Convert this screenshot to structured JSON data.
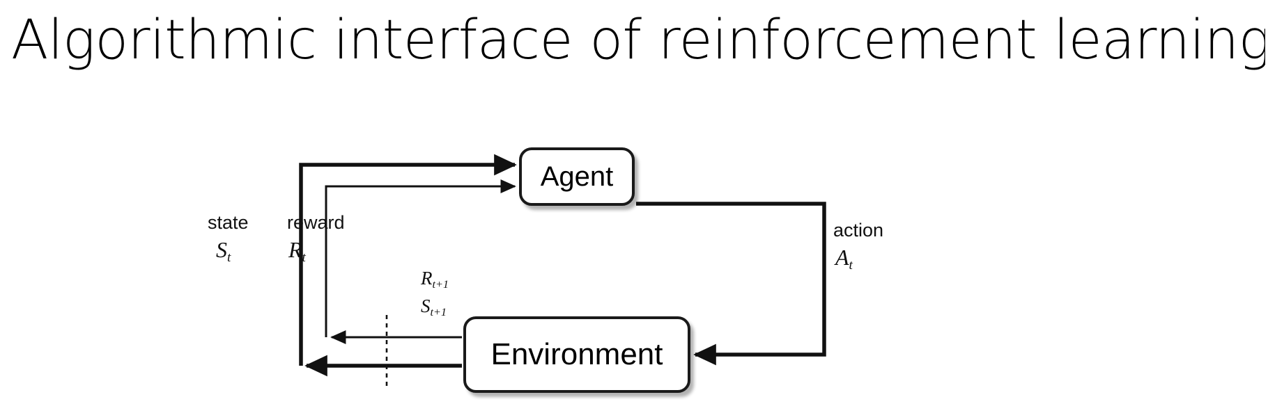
{
  "slide": {
    "title": "Algorithmic interface of reinforcement learning",
    "background_color": "#ffffff",
    "text_color": "#000000"
  },
  "diagram": {
    "name": "reinforcement-learning-agent-environment-loop",
    "type": "block-flow-diagram",
    "stroke_color": "#1a1a1a",
    "nodes": [
      {
        "id": "agent",
        "label": "Agent"
      },
      {
        "id": "environment",
        "label": "Environment"
      }
    ],
    "labels": {
      "state_word": "state",
      "state_symbol": "S",
      "state_subscript": "t",
      "reward_word": "reward",
      "reward_symbol": "R",
      "reward_subscript": "t",
      "action_word": "action",
      "action_symbol": "A",
      "action_subscript": "t",
      "next_reward_symbol": "R",
      "next_reward_subscript": "t+1",
      "next_state_symbol": "S",
      "next_state_subscript": "t+1"
    },
    "edges": [
      {
        "id": "state-edge",
        "from": "environment",
        "to": "agent",
        "label": "state S_t"
      },
      {
        "id": "reward-edge",
        "from": "environment",
        "to": "agent",
        "label": "reward R_t"
      },
      {
        "id": "action-edge",
        "from": "agent",
        "to": "environment",
        "label": "action A_t"
      },
      {
        "id": "next-reward-edge",
        "from": "environment",
        "to": "reward-edge",
        "label": "R_t+1"
      },
      {
        "id": "next-state-edge",
        "from": "environment",
        "to": "state-edge",
        "label": "S_t+1"
      }
    ],
    "time_boundary": {
      "id": "time-step-divider",
      "style": "dashed-vertical-line"
    }
  }
}
